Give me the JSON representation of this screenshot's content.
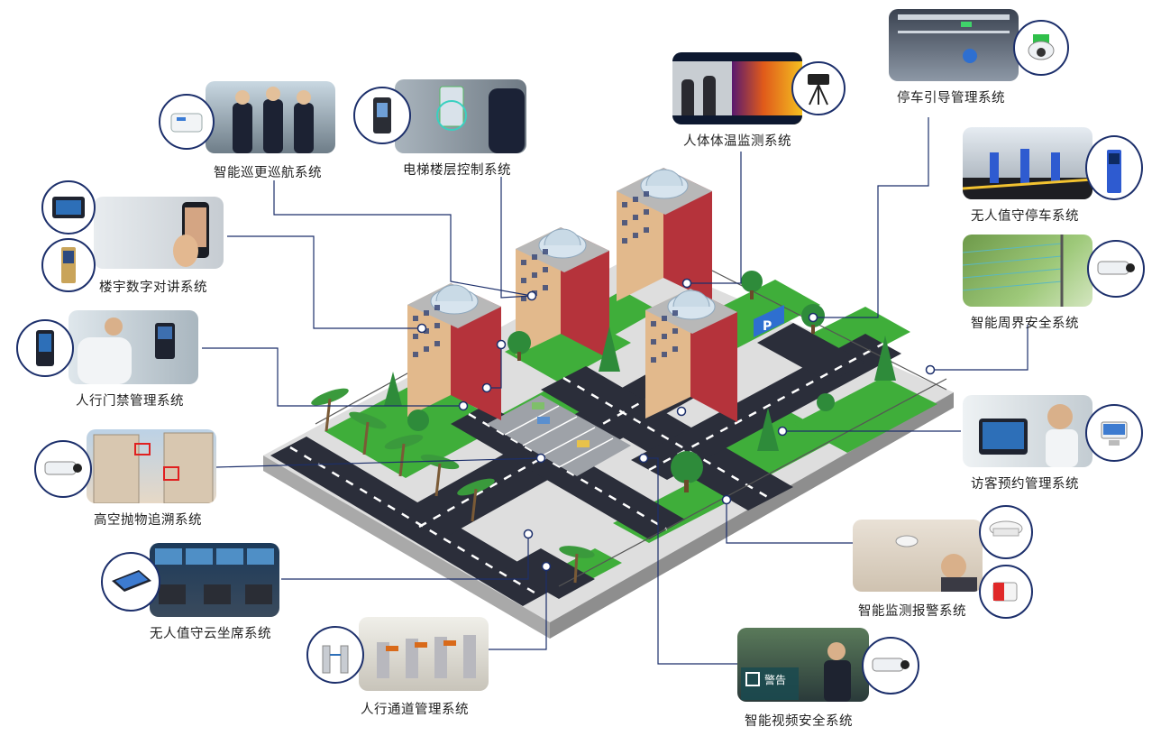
{
  "systems": [
    {
      "id": "patrol",
      "label": "智能巡更巡航系统"
    },
    {
      "id": "elevator",
      "label": "电梯楼层控制系统"
    },
    {
      "id": "thermal",
      "label": "人体体温监测系统"
    },
    {
      "id": "parking_guide",
      "label": "停车引导管理系统"
    },
    {
      "id": "unattended_parking",
      "label": "无人值守停车系统"
    },
    {
      "id": "perimeter",
      "label": "智能周界安全系统"
    },
    {
      "id": "intercom",
      "label": "楼宇数字对讲系统"
    },
    {
      "id": "access",
      "label": "人行门禁管理系统"
    },
    {
      "id": "high_throw",
      "label": "高空抛物追溯系统"
    },
    {
      "id": "visitor",
      "label": "访客预约管理系统"
    },
    {
      "id": "alarm",
      "label": "智能监测报警系统"
    },
    {
      "id": "cloud_seat",
      "label": "无人值守云坐席系统"
    },
    {
      "id": "passage",
      "label": "人行通道管理系统"
    },
    {
      "id": "video",
      "label": "智能视频安全系统"
    }
  ],
  "scene": {
    "parking_sign": "P",
    "alert_panel_text": "警告"
  },
  "colors": {
    "line": "#1c2f6b",
    "road": "#2b2e3a",
    "grass": "#3fae3a",
    "platform": "#c9c9c9",
    "building_red": "#b5333b",
    "building_tan": "#e2b98c",
    "dome": "#d7e4ee"
  }
}
